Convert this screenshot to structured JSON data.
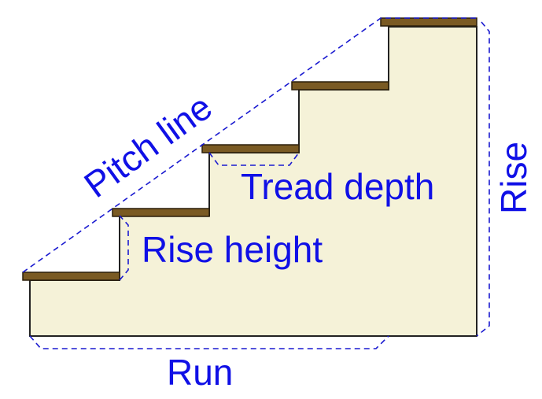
{
  "labels": {
    "pitch_line": "Pitch line",
    "tread_depth": "Tread depth",
    "rise_height": "Rise height",
    "run": "Run",
    "rise": "Rise"
  },
  "colors": {
    "background": "#ffffff",
    "stair_fill": "#f5f2d8",
    "tread_fill": "#7a5a23",
    "label_text": "#1010e6",
    "dashed_line": "#1a1ad0"
  },
  "steps": 5
}
